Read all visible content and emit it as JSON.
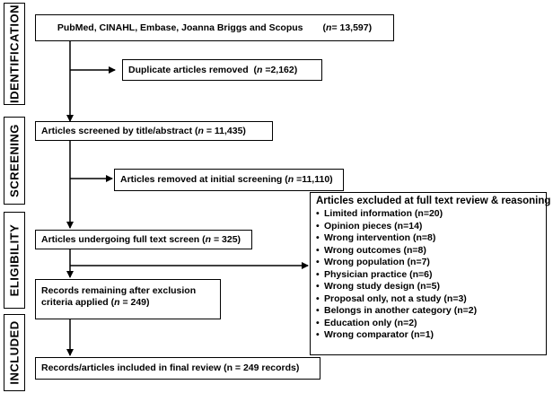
{
  "stages": {
    "identification": "IDENTIFICATION",
    "screening": "SCREENING",
    "eligibility": "ELIGIBILITY",
    "included": "INCLUDED"
  },
  "boxes": {
    "sources": {
      "text": "PubMed, CINAHL, Embase, Joanna Briggs and Scopus",
      "n_prefix": "n",
      "n_suffix": " = 13,597)"
    },
    "duplicates": {
      "text": "Duplicate articles removed  (",
      "n_prefix": "n",
      "n_suffix": " =2,162)"
    },
    "screened": {
      "text": "Articles screened by title/abstract (",
      "n_prefix": "n",
      "n_suffix": " = 11,435)"
    },
    "removed_initial": {
      "text": "Articles removed at initial screening (",
      "n_prefix": "n",
      "n_suffix": " =11,110)"
    },
    "fulltext": {
      "text": "Articles undergoing full text screen (",
      "n_prefix": "n",
      "n_suffix": " = 325)"
    },
    "remaining": {
      "line1": "Records remaining after exclusion",
      "line2": "criteria applied (",
      "n_prefix": "n",
      "n_suffix": " = 249)"
    },
    "included": {
      "text": "Records/articles included in final review (n = 249 records)"
    }
  },
  "reasons": {
    "title": "Articles excluded at full text review & reasoning",
    "bullet": "•",
    "items": [
      "Limited information (n=20)",
      "Opinion pieces (n=14)",
      "Wrong intervention (n=8)",
      "Wrong outcomes (n=8)",
      "Wrong population (n=7)",
      "Physician practice (n=6)",
      "Wrong study design (n=5)",
      "Proposal only, not a study (n=3)",
      "Belongs in another category (n=2)",
      "Education only (n=2)",
      "Wrong comparator (n=1)"
    ]
  }
}
